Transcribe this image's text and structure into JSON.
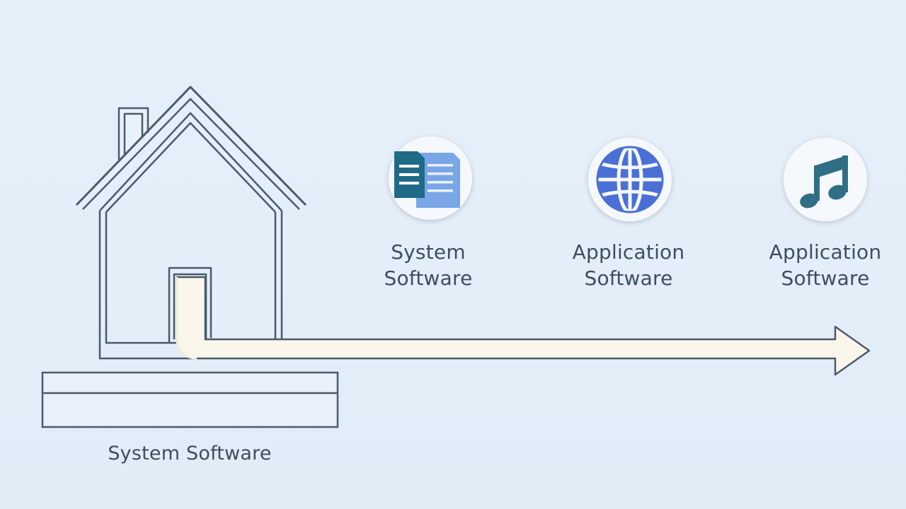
{
  "foundation": {
    "label": "System Software"
  },
  "icons": [
    {
      "icon": "documents-icon",
      "line1": "System",
      "line2": "Software"
    },
    {
      "icon": "globe-icon",
      "line1": "Application",
      "line2": "Software"
    },
    {
      "icon": "music-note-icon",
      "line1": "Application",
      "line2": "Software"
    }
  ],
  "colors": {
    "background": "#e4eef8",
    "outline": "#4a5a68",
    "arrow_fill": "#fbf6ec",
    "doc_dark": "#1f6a86",
    "doc_light": "#7aa6e8",
    "globe_blue": "#4a70d6",
    "music_teal": "#2f6f86",
    "icon_circle": "#f5f8fc"
  }
}
